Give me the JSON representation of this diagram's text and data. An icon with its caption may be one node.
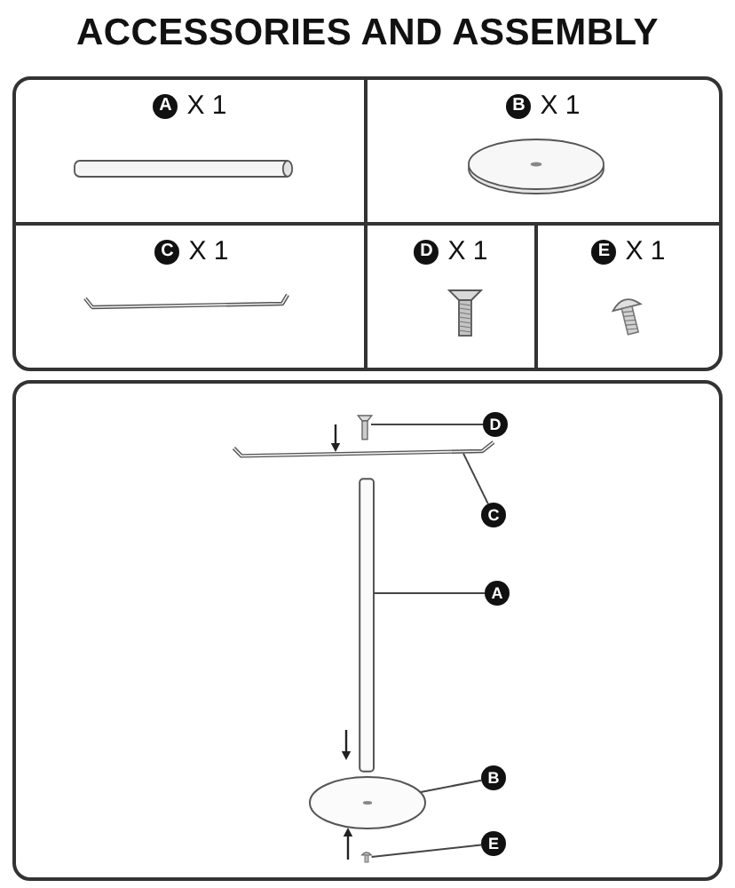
{
  "diagram": {
    "title": "ACCESSORIES AND ASSEMBLY",
    "nodes": [
      {
        "text": [],
        "shape": "box"
      },
      {
        "text": [
          "A",
          "X 1"
        ],
        "in": 0
      },
      {
        "text": [
          "B",
          "X 1"
        ],
        "in": 0
      },
      {
        "text": [
          "C",
          "X 1"
        ],
        "in": 0
      },
      {
        "text": [
          "D",
          "X 1"
        ],
        "in": 0
      },
      {
        "text": [
          "E",
          "X 1"
        ],
        "in": 0
      },
      {
        "text": [],
        "shape": "box"
      },
      {
        "text": [
          "D"
        ],
        "in": 6
      },
      {
        "text": [
          "C"
        ],
        "in": 6
      },
      {
        "text": [
          "A"
        ],
        "in": 6
      },
      {
        "text": [
          "B"
        ],
        "in": 6
      },
      {
        "text": [
          "E"
        ],
        "in": 6
      },
      {
        "text": [],
        "shape": "picture",
        "in": 6
      },
      {
        "text": [],
        "shape": "picture",
        "in": 6
      },
      {
        "text": [],
        "shape": "picture",
        "in": 6
      },
      {
        "text": [],
        "shape": "picture",
        "in": 6
      },
      {
        "text": [],
        "shape": "picture",
        "in": 6
      }
    ],
    "edges": [
      {
        "from": 7,
        "to": 12,
        "arrow": "none"
      },
      {
        "from": 8,
        "to": 13,
        "arrow": "none"
      },
      {
        "from": 9,
        "to": 14,
        "arrow": "none"
      },
      {
        "from": 10,
        "to": 15,
        "arrow": "none"
      },
      {
        "from": 11,
        "to": 16,
        "arrow": "none"
      }
    ]
  }
}
